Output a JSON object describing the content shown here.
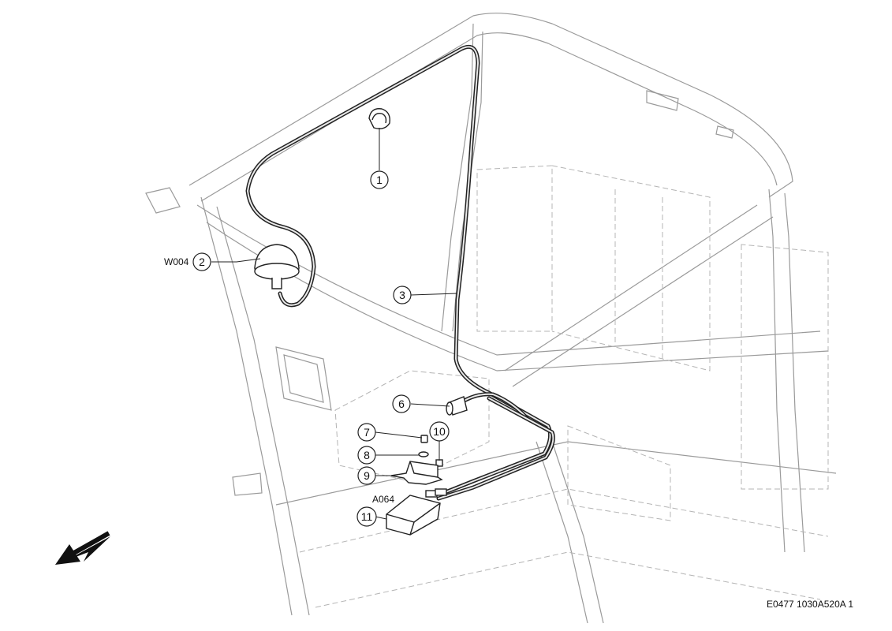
{
  "callouts": [
    {
      "id": "1",
      "label": "1"
    },
    {
      "id": "2",
      "label": "2"
    },
    {
      "id": "3",
      "label": "3"
    },
    {
      "id": "6",
      "label": "6"
    },
    {
      "id": "7",
      "label": "7"
    },
    {
      "id": "8",
      "label": "8"
    },
    {
      "id": "9",
      "label": "9"
    },
    {
      "id": "10",
      "label": "10"
    },
    {
      "id": "11",
      "label": "11"
    }
  ],
  "tags": {
    "antenna": "W004",
    "module": "A064"
  },
  "reference_code": "E0477 1030A520A 1",
  "icons": {
    "direction": "direction-arrow-icon"
  }
}
